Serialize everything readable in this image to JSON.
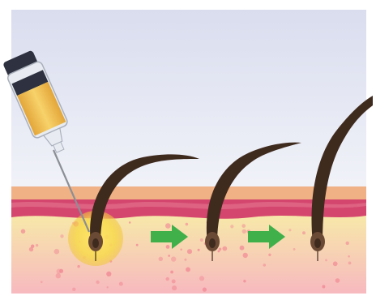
{
  "colors": {
    "sky_top": "#d9ddee",
    "sky_bottom": "#ffffff",
    "epidermis": "#f0b184",
    "dermis_band": "#d4466e",
    "dermis_band_light": "#e57a94",
    "subcutis_top": "#f7eaa8",
    "subcutis_bottom": "#f7b9bf",
    "dots": "#f28c96",
    "hair": "#3f2a1e",
    "hair_highlight": "#6b4a35",
    "follicle": "#6b4a35",
    "glow": "#f7d94b",
    "arrow": "#3fb04a",
    "syringe_liquid": "#f2c14d",
    "syringe_cap": "#2e3240",
    "syringe_glass": "#e8ecf2",
    "needle": "#8c8f96"
  },
  "icons": {
    "syringe": "syringe-icon",
    "arrow": "arrow-right-icon",
    "hair": "hair-strand-icon"
  },
  "stages": [
    {
      "name": "short-hair"
    },
    {
      "name": "medium-hair"
    },
    {
      "name": "long-hair"
    }
  ],
  "arrows_count": 2
}
